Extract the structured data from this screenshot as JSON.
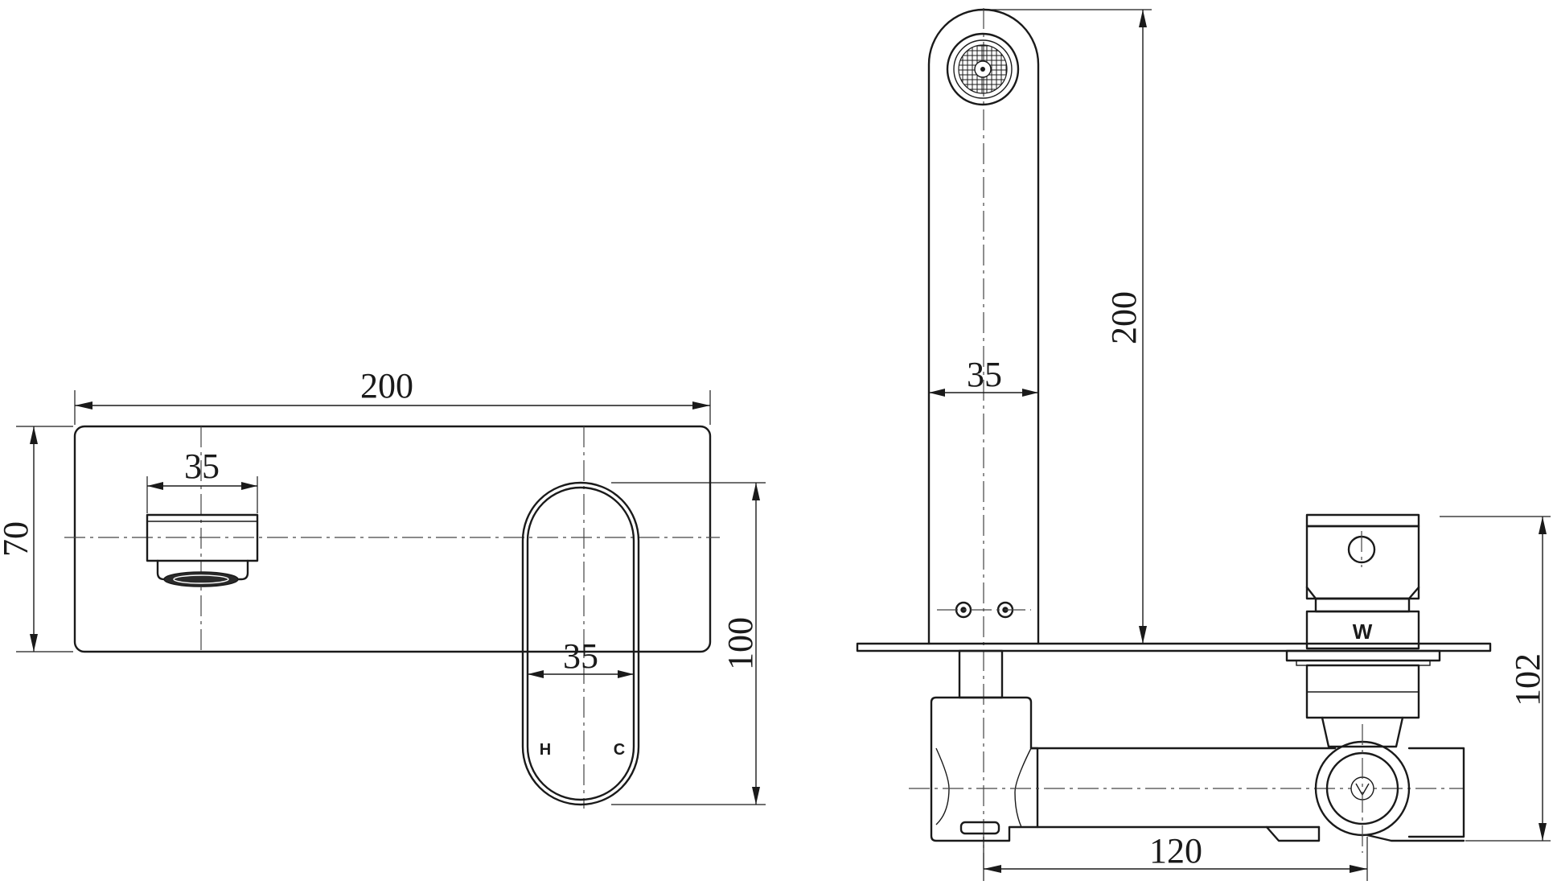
{
  "front_view": {
    "dim_width": "200",
    "dim_height": "70",
    "dim_spout_width": "35",
    "dim_handle_width": "35",
    "dim_handle_height": "100",
    "handle_hot_mark": "H",
    "handle_cold_mark": "C"
  },
  "side_view": {
    "dim_spout_height": "200",
    "dim_spout_width": "35",
    "dim_depth": "120",
    "dim_body_height": "102",
    "watermark_logo": "W"
  }
}
